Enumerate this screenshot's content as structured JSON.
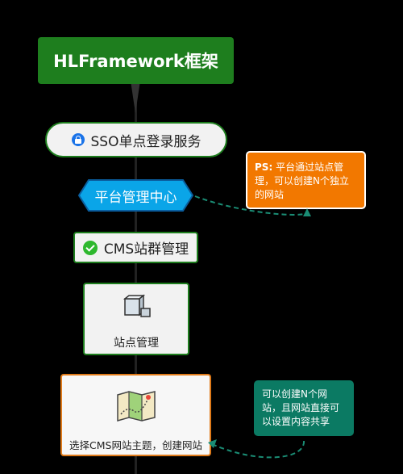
{
  "title": "HLFramework框架",
  "nodes": {
    "sso": "SSO单点登录服务",
    "center": "平台管理中心",
    "cms": "CMS站群管理",
    "site": "站点管理",
    "theme": "选择CMS网站主题，创建网站"
  },
  "notes": {
    "ps_prefix": "PS:",
    "ps_body": "平台通过站点管理，可以创建N个独立的网站",
    "green": "可以创建N个网站，且网站直接可以设置内容共享"
  },
  "colors": {
    "title_bg": "#1e7e1e",
    "center_fill": "#0aa5e8",
    "ps_note": "#f27800",
    "green_note": "#0b7a63",
    "connector": "#1a8c74"
  },
  "icons": {
    "sso": "lock-icon",
    "cms": "check-circle-icon",
    "site": "box-icon",
    "theme": "map-icon"
  }
}
